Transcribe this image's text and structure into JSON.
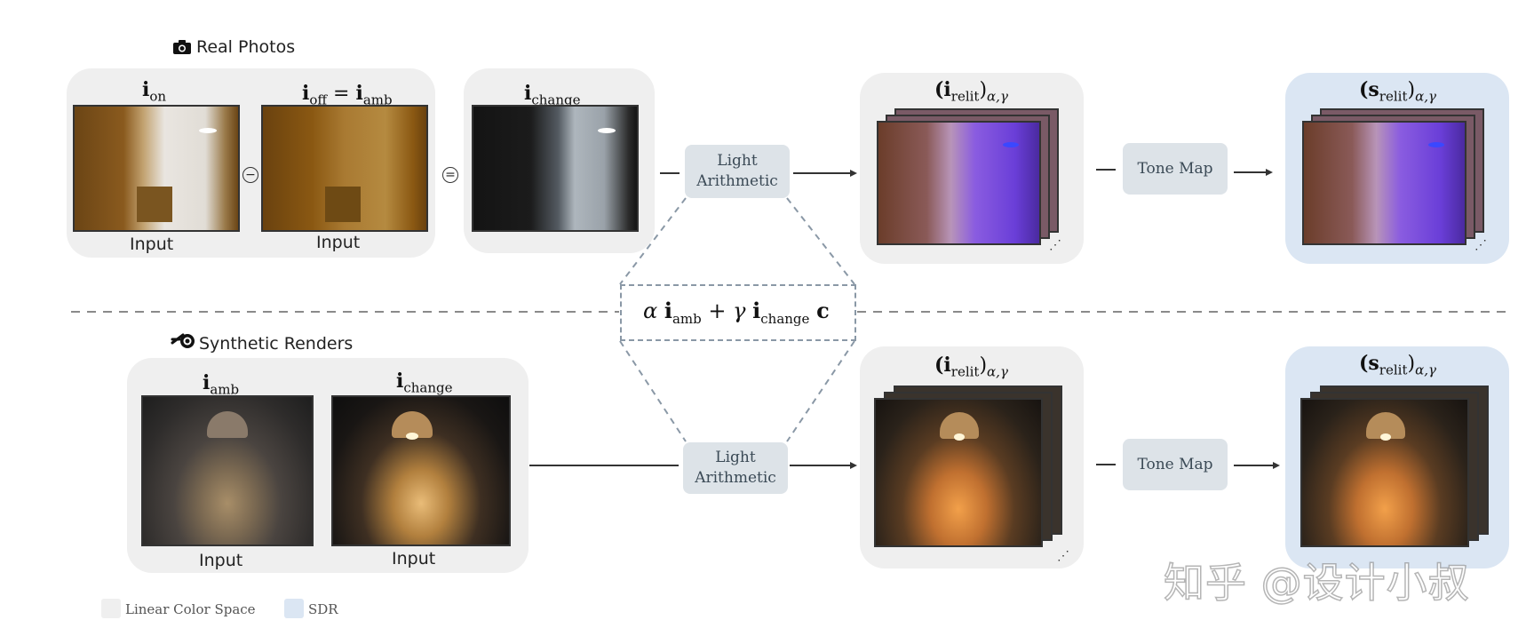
{
  "top": {
    "section_label": "Real Photos",
    "on_label": "i",
    "on_sub": "on",
    "off_label": "i",
    "off_sub": "off",
    "off_eq": "=",
    "amb_label": "i",
    "amb_sub": "amb",
    "change_label": "i",
    "change_sub": "change",
    "input1": "Input",
    "input2": "Input",
    "minus_op": "−",
    "equals_op": "=",
    "arith": "Light Arithmetic",
    "relit_label": "(i",
    "relit_sub": "relit",
    "relit_tail": ")",
    "relit_params": "α,γ",
    "tonemap": "Tone Map",
    "srelit_label": "(s",
    "srelit_sub": "relit",
    "srelit_tail": ")",
    "srelit_params": "α,γ"
  },
  "formula": {
    "alpha": "α",
    "i1": "i",
    "amb": "amb",
    "plus": "+",
    "gamma": "γ",
    "i2": "i",
    "change": "change",
    "c": "c"
  },
  "bottom": {
    "section_label": "Synthetic Renders",
    "amb_label": "i",
    "amb_sub": "amb",
    "change_label": "i",
    "change_sub": "change",
    "input1": "Input",
    "input2": "Input",
    "arith": "Light Arithmetic",
    "relit_label": "(i",
    "relit_sub": "relit",
    "relit_tail": ")",
    "relit_params": "α,γ",
    "tonemap": "Tone Map",
    "srelit_label": "(s",
    "srelit_sub": "relit",
    "srelit_tail": ")",
    "srelit_params": "α,γ"
  },
  "legend": {
    "linear": "Linear Color Space",
    "sdr": "SDR",
    "linear_color": "#efefef",
    "sdr_color": "#dbe6f3"
  },
  "watermark": "知乎 @设计小叔"
}
